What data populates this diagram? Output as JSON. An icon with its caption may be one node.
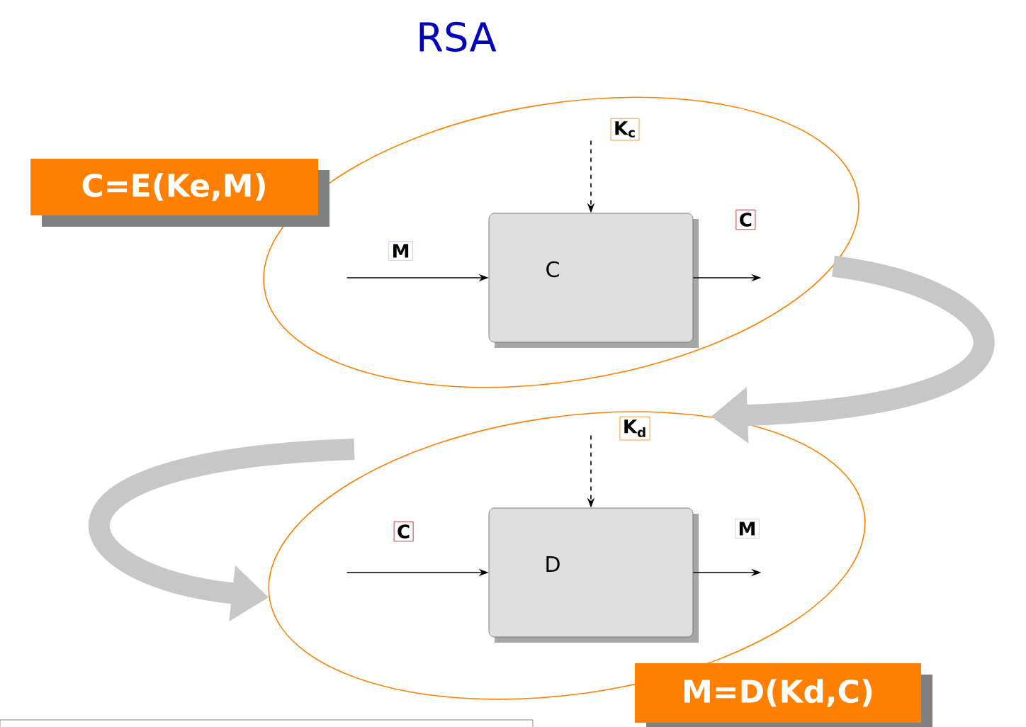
{
  "diagram": {
    "title": "RSA",
    "nodes": [
      {
        "text": [],
        "shape": "ellipse"
      },
      {
        "text": [
          "C"
        ],
        "in": 0
      },
      {
        "text": [
          "C=E(Ke,M)"
        ]
      },
      {
        "text": [],
        "shape": "ellipse"
      },
      {
        "text": [
          "D"
        ],
        "in": 3
      },
      {
        "text": [
          "M=D(Kd,C)"
        ]
      }
    ],
    "edges": [
      {
        "from": null,
        "to": 1,
        "arrow": "to",
        "label": "M"
      },
      {
        "from": null,
        "to": 1,
        "arrow": "to",
        "label": "K$_{c}$",
        "style": "dashed"
      },
      {
        "from": 1,
        "to": null,
        "arrow": "to",
        "label": "C"
      },
      {
        "from": 0,
        "to": 3,
        "arrow": "to",
        "style": "thick",
        "color": "#c7c7c7"
      },
      {
        "from": null,
        "to": 3,
        "arrow": "to",
        "style": "thick",
        "color": "#c7c7c7"
      },
      {
        "from": null,
        "to": 4,
        "arrow": "to",
        "label": "C"
      },
      {
        "from": null,
        "to": 4,
        "arrow": "to",
        "label": "K$_{d}$",
        "style": "dashed"
      },
      {
        "from": 4,
        "to": null,
        "arrow": "to",
        "label": "M"
      }
    ]
  }
}
